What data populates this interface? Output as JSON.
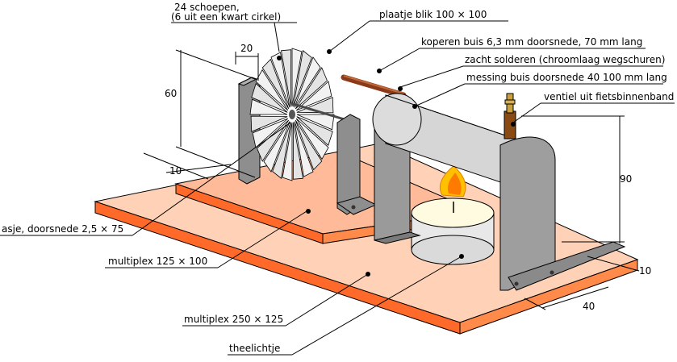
{
  "labels": {
    "blades": "24 schoepen,",
    "blades_sub": "(6 uit een kwart cirkel)",
    "plate": "plaatje blik 100 × 100",
    "copper_tube": "koperen buis 6,3 mm doorsnede, 70 mm lang",
    "solder": "zacht solderen (chroomlaag wegschuren)",
    "brass_tube": "messing buis doorsnede 40 100 mm lang",
    "valve": "ventiel uit fietsbinnenband",
    "axle": "asje, doorsnede 2,5 × 75",
    "board_small": "multiplex 125 × 100",
    "board_large": "multiplex 250 × 125",
    "tealight": "theelichtje"
  },
  "dimensions": {
    "d20": "20",
    "d60": "60",
    "d10_left": "10",
    "d90": "90",
    "d10_right": "10",
    "d40": "40"
  },
  "colors": {
    "board": "#FFCCAA",
    "board_edge": "#FF6A2A",
    "metal": "#9A9A9A",
    "tube": "#D8D8D8",
    "copper": "#A04A22",
    "flame": "#FFB300"
  }
}
